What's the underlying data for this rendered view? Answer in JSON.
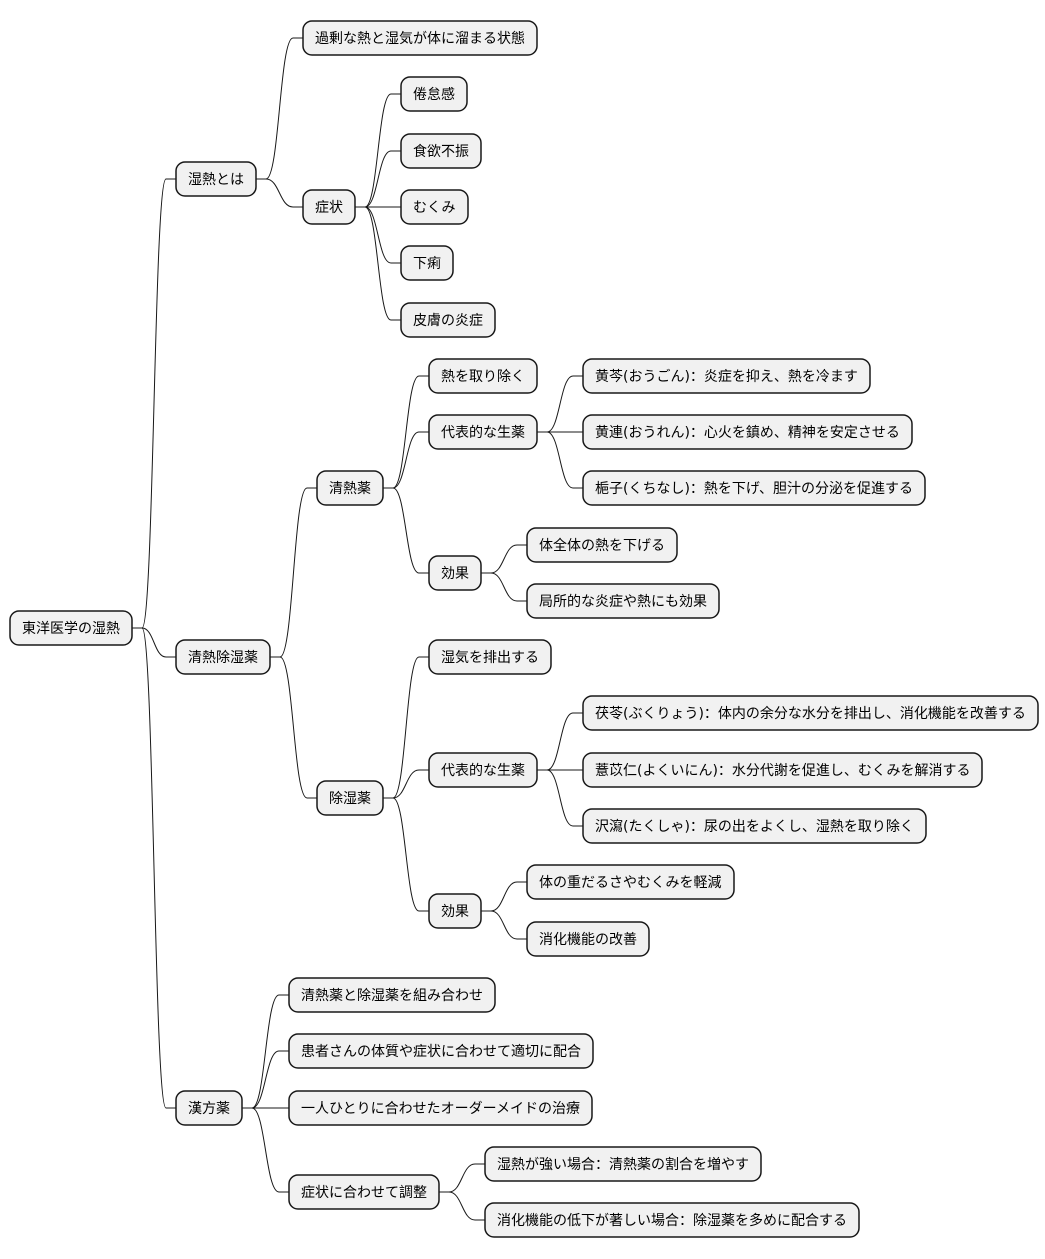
{
  "mindmap": {
    "root": {
      "label": "東洋医学の湿熱",
      "children": [
        {
          "label": "湿熱とは",
          "children": [
            {
              "label": "過剰な熱と湿気が体に溜まる状態"
            },
            {
              "label": "症状",
              "children": [
                {
                  "label": "倦怠感"
                },
                {
                  "label": "食欲不振"
                },
                {
                  "label": "むくみ"
                },
                {
                  "label": "下痢"
                },
                {
                  "label": "皮膚の炎症"
                }
              ]
            }
          ]
        },
        {
          "label": "清熱除湿薬",
          "children": [
            {
              "label": "清熱薬",
              "children": [
                {
                  "label": "熱を取り除く"
                },
                {
                  "label": "代表的な生薬",
                  "children": [
                    {
                      "label": "黄芩(おうごん)：炎症を抑え、熱を冷ます"
                    },
                    {
                      "label": "黄連(おうれん)：心火を鎮め、精神を安定させる"
                    },
                    {
                      "label": "梔子(くちなし)：熱を下げ、胆汁の分泌を促進する"
                    }
                  ]
                },
                {
                  "label": "効果",
                  "children": [
                    {
                      "label": "体全体の熱を下げる"
                    },
                    {
                      "label": "局所的な炎症や熱にも効果"
                    }
                  ]
                }
              ]
            },
            {
              "label": "除湿薬",
              "children": [
                {
                  "label": "湿気を排出する"
                },
                {
                  "label": "代表的な生薬",
                  "children": [
                    {
                      "label": "茯苓(ぶくりょう)：体内の余分な水分を排出し、消化機能を改善する"
                    },
                    {
                      "label": "薏苡仁(よくいにん)：水分代謝を促進し、むくみを解消する"
                    },
                    {
                      "label": "沢瀉(たくしゃ)：尿の出をよくし、湿熱を取り除く"
                    }
                  ]
                },
                {
                  "label": "効果",
                  "children": [
                    {
                      "label": "体の重だるさやむくみを軽減"
                    },
                    {
                      "label": "消化機能の改善"
                    }
                  ]
                }
              ]
            }
          ]
        },
        {
          "label": "漢方薬",
          "children": [
            {
              "label": "清熱薬と除湿薬を組み合わせ"
            },
            {
              "label": "患者さんの体質や症状に合わせて適切に配合"
            },
            {
              "label": "一人ひとりに合わせたオーダーメイドの治療"
            },
            {
              "label": "症状に合わせて調整",
              "children": [
                {
                  "label": "湿熱が強い場合：清熱薬の割合を増やす"
                },
                {
                  "label": "消化機能の低下が著しい場合：除湿薬を多めに配合する"
                }
              ]
            }
          ]
        }
      ]
    },
    "colors": {
      "node_fill": "#f1f1f1",
      "node_stroke": "#181818",
      "edge": "#181818",
      "text": "#000000"
    }
  }
}
